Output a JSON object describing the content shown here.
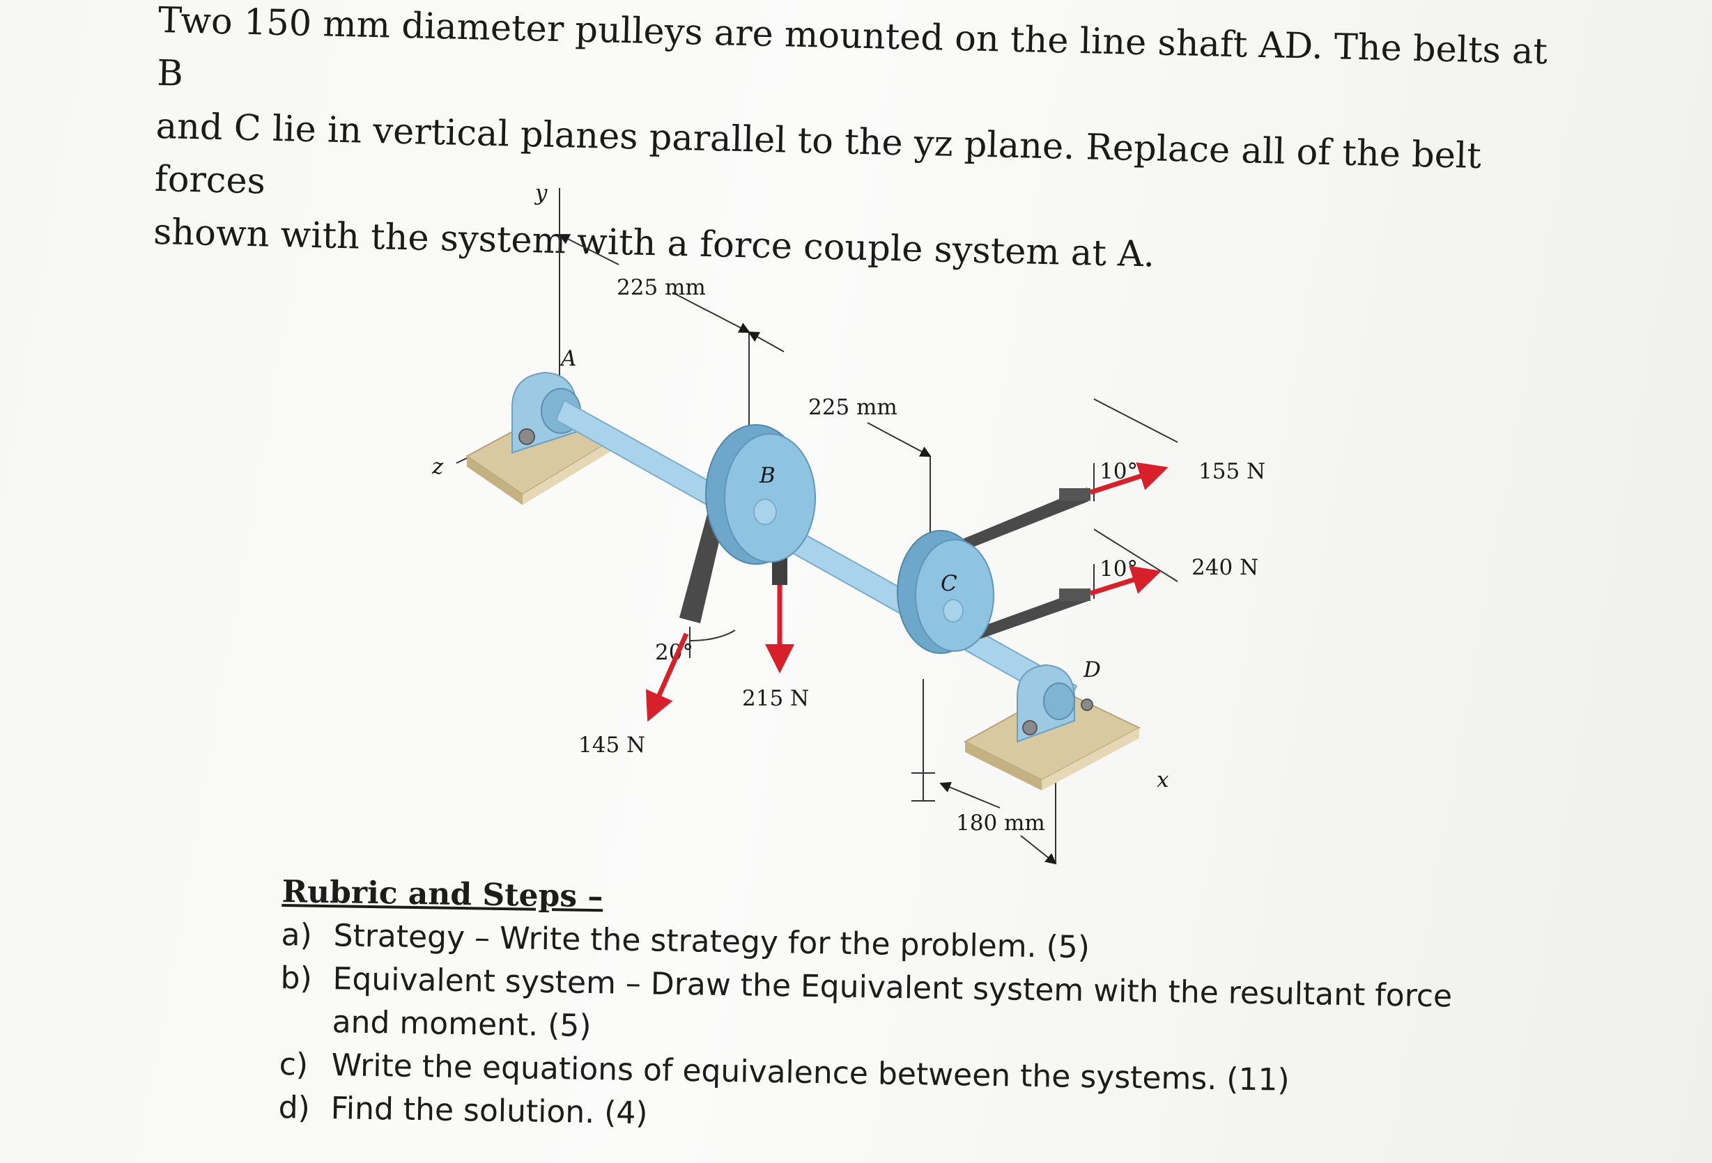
{
  "problem_text": "Two 150 mm diameter pulleys are mounted on the line shaft AD. The belts at B\nand C lie in vertical planes parallel to the yz plane. Replace all of the belt forces\nshown with the system with a force couple system at A.",
  "figure": {
    "axes": {
      "y": "y",
      "z": "z",
      "x": "x"
    },
    "points": {
      "A": "A",
      "B": "B",
      "C": "C",
      "D": "D"
    },
    "dimensions": {
      "ab": "225 mm",
      "bc": "225 mm",
      "cd": "180 mm"
    },
    "angles": {
      "belt_b": "20°",
      "belt_c_upper": "10°",
      "belt_c_lower": "10°"
    },
    "forces": {
      "b_left": "145 N",
      "b_right": "215 N",
      "c_upper": "155 N",
      "c_lower": "240 N"
    },
    "colors": {
      "shaft": "#a9d3ea",
      "pulley": "#8ec3e2",
      "belt": "#4a4a4a",
      "force_arrow": "#d8202a",
      "base": "#d9c9a0"
    }
  },
  "rubric": {
    "title": "Rubric and Steps –",
    "steps": [
      {
        "marker": "a)",
        "text": "Strategy – Write the strategy for the problem. (5)"
      },
      {
        "marker": "b)",
        "text": "Equivalent system – Draw the Equivalent system with the resultant force and moment. (5)"
      },
      {
        "marker": "c)",
        "text": "Write the equations of equivalence between the systems. (11)"
      },
      {
        "marker": "d)",
        "text": "Find the solution. (4)"
      }
    ]
  }
}
